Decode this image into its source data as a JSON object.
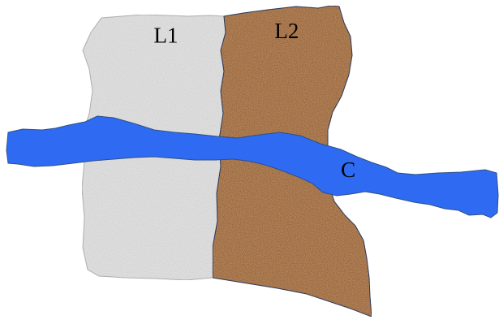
{
  "regions": {
    "l1": {
      "label": "L1",
      "fill": "#e6e6e6",
      "stroke": "#b8b8b8"
    },
    "l2": {
      "label": "L2",
      "fill": "#c39467",
      "stroke": "#2e4a78"
    },
    "c": {
      "label": "C",
      "fill": "#2f6bf2",
      "stroke": "#2d4f86"
    }
  }
}
